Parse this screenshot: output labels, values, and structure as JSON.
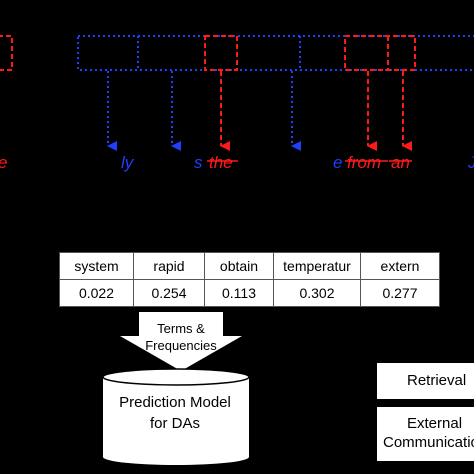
{
  "tokens": [
    {
      "text": "e",
      "color": "red",
      "strike": false
    },
    {
      "text": "ly",
      "color": "blue",
      "strike": false
    },
    {
      "text": "s",
      "color": "blue",
      "strike": false
    },
    {
      "text": "the",
      "color": "red",
      "strike": true
    },
    {
      "text": "e",
      "color": "blue",
      "strike": false
    },
    {
      "text": "from",
      "color": "red",
      "strike": true
    },
    {
      "text": "an",
      "color": "red",
      "strike": true
    },
    {
      "text": "J",
      "color": "blue",
      "strike": false
    }
  ],
  "table": {
    "terms": [
      "system",
      "rapid",
      "obtain",
      "temperatur",
      "extern"
    ],
    "frequencies": [
      "0.022",
      "0.254",
      "0.113",
      "0.302",
      "0.277"
    ]
  },
  "flow_label": {
    "line1": "Terms &",
    "line2": "Frequencies"
  },
  "model": {
    "line1": "Prediction Model",
    "line2": "for DAs"
  },
  "side_boxes": {
    "retrieval": "Retrieval",
    "external": "External",
    "communication": "Communicatio"
  },
  "colors": {
    "blue": "#1f3fff",
    "red": "#ff1a1a",
    "background": "#000000"
  }
}
